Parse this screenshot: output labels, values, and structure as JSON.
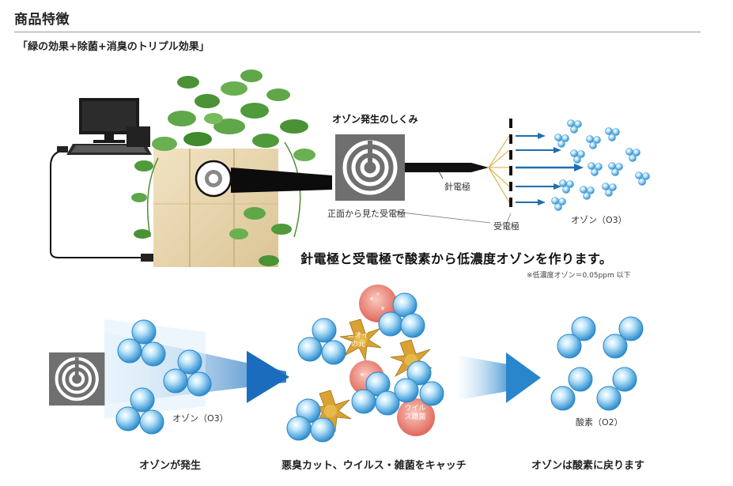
{
  "header": {
    "title": "商品特徴",
    "subtitle": "「緑の効果+除菌+消臭のトリプル効果」"
  },
  "mechanism": {
    "title": "オゾン発生のしくみ",
    "needle_label": "針電極",
    "front_label": "正面から見た受電極",
    "receiver_label": "受電極",
    "ozone_label": "オゾン（O3）"
  },
  "caption": {
    "main": "針電極と受電極で酸素から低濃度オゾンを作ります。",
    "note": "※低濃度オゾン＝0.05ppm 以下"
  },
  "process": {
    "ozone_label": "オゾン（O3）",
    "odor_label": "ニオイの元",
    "virus_label": "ウイルス雑菌",
    "oxygen_label": "酸素（O2）",
    "steps": [
      "オゾンが発生",
      "悪臭カット、ウイルス・雑菌をキャッチ",
      "オゾンは酸素に戻ります"
    ]
  },
  "colors": {
    "electrode_bg": "#6d6d6d",
    "sphere": "#3aa0dd",
    "sphere_light": "#bfe6fb",
    "arrow_blue": "#1e6fb0",
    "germ": "#e8786a",
    "spike": "#d8a030",
    "leaf": "#4f9a3a",
    "box_wood": "#e9d9b4"
  }
}
